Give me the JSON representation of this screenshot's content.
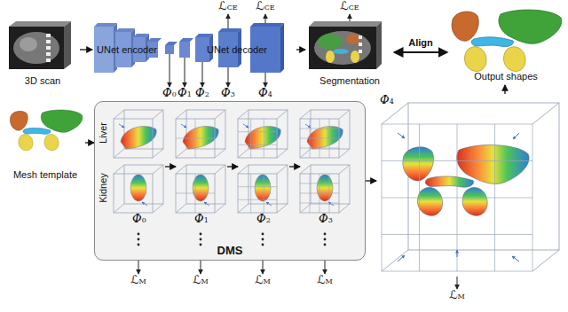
{
  "diagram": {
    "nodes": [
      {
        "text": [
          "3D scan"
        ]
      },
      {
        "text": [
          "UNet encoder"
        ]
      },
      {
        "text": [
          "UNet decoder"
        ]
      },
      {
        "text": [
          "Segmentation"
        ]
      },
      {
        "text": [
          "Output shapes"
        ]
      },
      {
        "text": [
          "Mesh template"
        ]
      },
      {
        "text": [
          "DMS"
        ]
      },
      {
        "text": [
          "Φ0"
        ],
        "in": 6
      },
      {
        "text": [
          "Φ1"
        ],
        "in": 6
      },
      {
        "text": [
          "Φ2"
        ],
        "in": 6
      },
      {
        "text": [
          "Φ3"
        ],
        "in": 6
      },
      {
        "text": [
          "Φ4"
        ]
      }
    ],
    "edges": [
      {
        "from": 0,
        "to": 1,
        "arrow": "to"
      },
      {
        "from": 2,
        "to": 3,
        "arrow": "to"
      },
      {
        "from": 3,
        "to": 4,
        "label": "Align",
        "arrow": "both"
      },
      {
        "from": 5,
        "to": 6,
        "arrow": "to"
      },
      {
        "from": 7,
        "to": 8,
        "arrow": "to"
      },
      {
        "from": 8,
        "to": 9,
        "arrow": "to"
      },
      {
        "from": 9,
        "to": 10,
        "arrow": "to"
      },
      {
        "from": 6,
        "to": 11,
        "arrow": "to"
      },
      {
        "from": 11,
        "to": 4,
        "arrow": "to"
      }
    ],
    "labels": [
      "ℒCE",
      "ℒCE",
      "ℒCE",
      "Φ0",
      "Φ1",
      "Φ2",
      "Φ3",
      "Φ4",
      "Liver",
      "Kidney",
      "ℒM",
      "ℒM",
      "ℒM",
      "ℒM",
      "ℒM"
    ]
  }
}
